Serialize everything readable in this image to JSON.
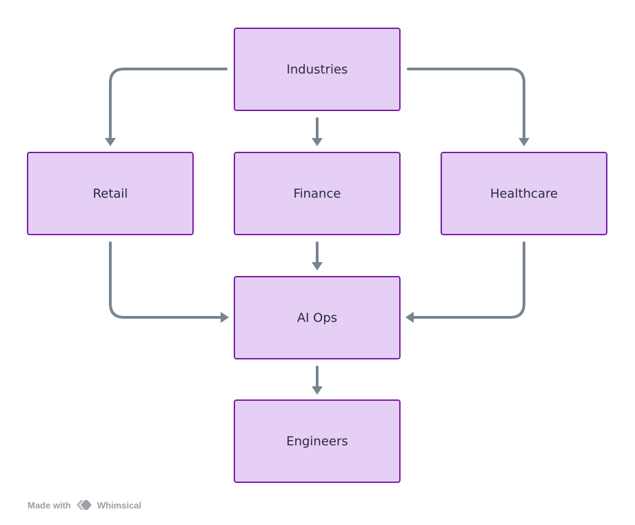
{
  "diagram": {
    "nodes": [
      {
        "id": "industries",
        "label": "Industries"
      },
      {
        "id": "retail",
        "label": "Retail"
      },
      {
        "id": "finance",
        "label": "Finance"
      },
      {
        "id": "healthcare",
        "label": "Healthcare"
      },
      {
        "id": "ai-ops",
        "label": "AI Ops"
      },
      {
        "id": "engineers",
        "label": "Engineers"
      }
    ],
    "edges": [
      {
        "from": "industries",
        "to": "retail"
      },
      {
        "from": "industries",
        "to": "finance"
      },
      {
        "from": "industries",
        "to": "healthcare"
      },
      {
        "from": "retail",
        "to": "ai-ops"
      },
      {
        "from": "finance",
        "to": "ai-ops"
      },
      {
        "from": "healthcare",
        "to": "ai-ops"
      },
      {
        "from": "ai-ops",
        "to": "engineers"
      }
    ],
    "colors": {
      "node_fill": "#e5cff5",
      "node_border": "#7b1fa2",
      "connector": "#78848f",
      "label_text": "#2b2b3a"
    }
  },
  "footer": {
    "made_with": "Made with",
    "brand": "Whimsical",
    "brand_icon": "whimsical-logo-icon",
    "color": "#9aa0a6"
  }
}
